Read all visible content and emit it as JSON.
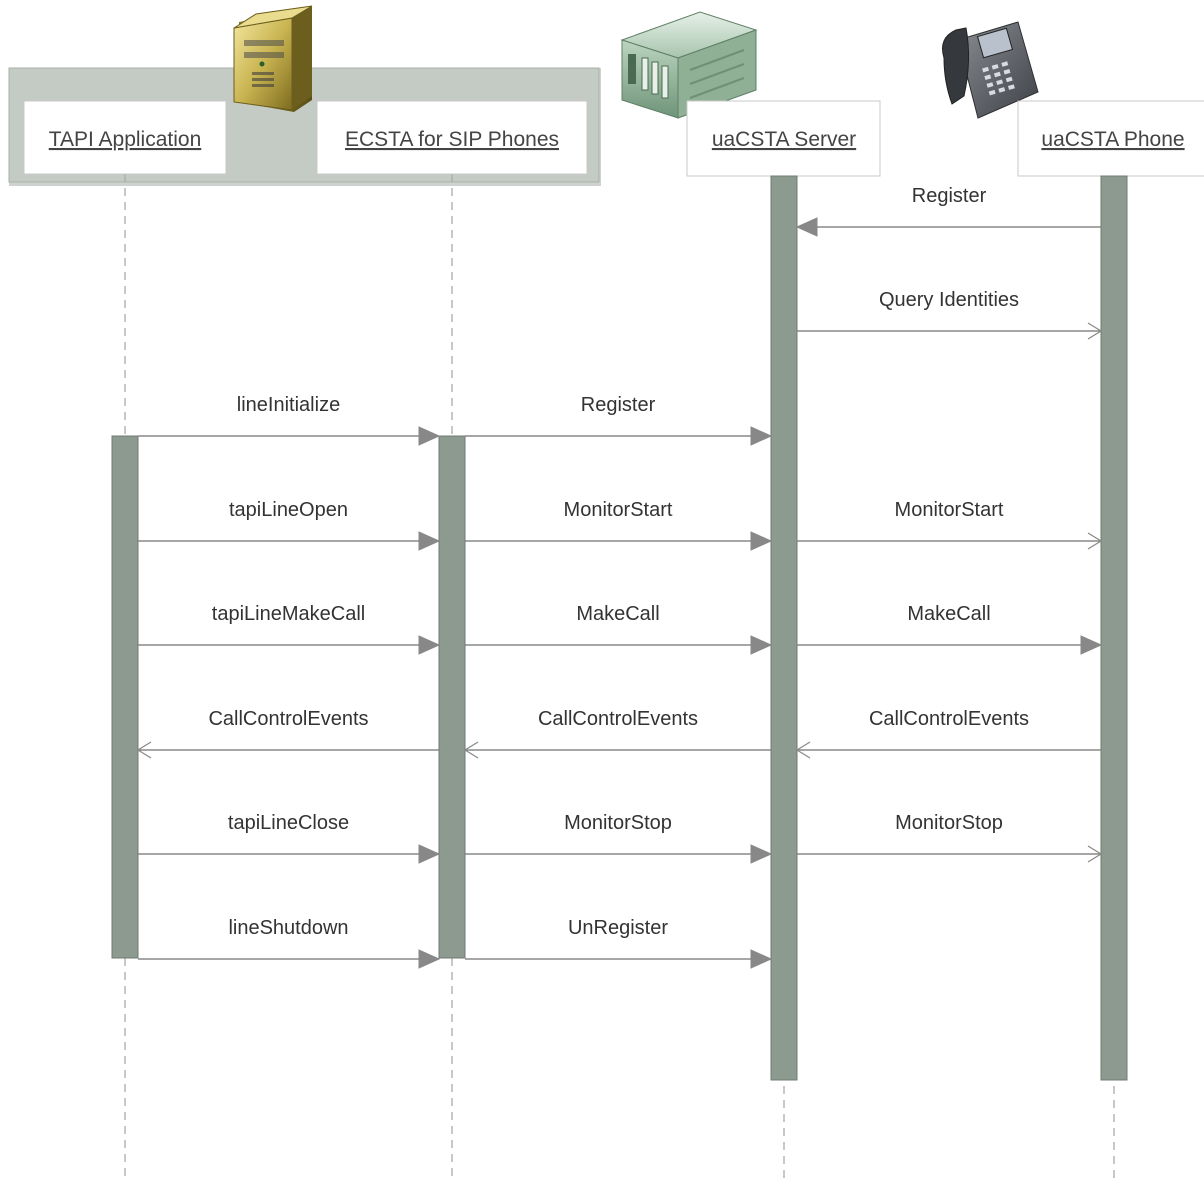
{
  "colors": {
    "group_fill": "#c4cac4",
    "group_stroke": "#aab2aa",
    "box_fill": "#ffffff",
    "box_stroke": "#c8c8c8",
    "activation_fill": "#8d9a90",
    "activation_stroke": "#6f7b72",
    "lifeline": "#aaaaaa",
    "arrow": "#888888",
    "text": "#333333"
  },
  "participants": [
    {
      "label": "TAPI Application",
      "icon": "server-tower-icon"
    },
    {
      "label": "ECSTA for SIP Phones",
      "icon": null
    },
    {
      "label": "uaCSTA Server",
      "icon": "rack-server-icon"
    },
    {
      "label": "uaCSTA Phone",
      "icon": "desk-phone-icon"
    }
  ],
  "messages": [
    {
      "label": "Register",
      "from": 3,
      "to": 2,
      "arrow": "filled"
    },
    {
      "label": "Query Identities",
      "from": 2,
      "to": 3,
      "arrow": "open"
    },
    {
      "label": "lineInitialize",
      "from": 0,
      "to": 1,
      "arrow": "filled"
    },
    {
      "label": "Register",
      "from": 1,
      "to": 2,
      "arrow": "filled"
    },
    {
      "label": "tapiLineOpen",
      "from": 0,
      "to": 1,
      "arrow": "filled"
    },
    {
      "label": "MonitorStart",
      "from": 1,
      "to": 2,
      "arrow": "filled"
    },
    {
      "label": "MonitorStart",
      "from": 2,
      "to": 3,
      "arrow": "open"
    },
    {
      "label": "tapiLineMakeCall",
      "from": 0,
      "to": 1,
      "arrow": "filled"
    },
    {
      "label": "MakeCall",
      "from": 1,
      "to": 2,
      "arrow": "filled"
    },
    {
      "label": "MakeCall",
      "from": 2,
      "to": 3,
      "arrow": "filled"
    },
    {
      "label": "CallControlEvents",
      "from": 1,
      "to": 0,
      "arrow": "open"
    },
    {
      "label": "CallControlEvents",
      "from": 2,
      "to": 1,
      "arrow": "open"
    },
    {
      "label": "CallControlEvents",
      "from": 3,
      "to": 2,
      "arrow": "open"
    },
    {
      "label": "tapiLineClose",
      "from": 0,
      "to": 1,
      "arrow": "filled"
    },
    {
      "label": "MonitorStop",
      "from": 1,
      "to": 2,
      "arrow": "filled"
    },
    {
      "label": "MonitorStop",
      "from": 2,
      "to": 3,
      "arrow": "open"
    },
    {
      "label": "lineShutdown",
      "from": 0,
      "to": 1,
      "arrow": "filled"
    },
    {
      "label": "UnRegister",
      "from": 1,
      "to": 2,
      "arrow": "filled"
    }
  ]
}
